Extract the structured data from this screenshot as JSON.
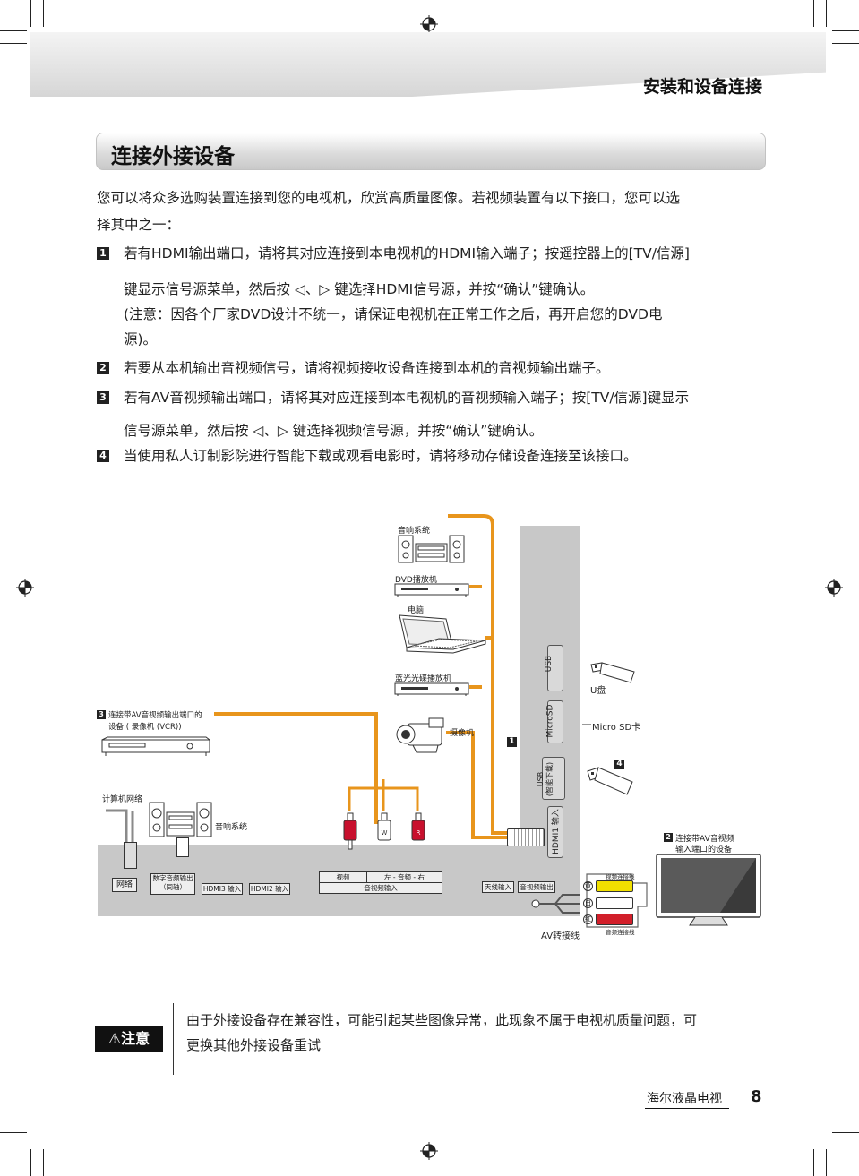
{
  "header": {
    "title": "安装和设备连接"
  },
  "section": {
    "title": "连接外接设备"
  },
  "intro": {
    "line1": "您可以将众多选购装置连接到您的电视机，欣赏高质量图像。若视频装置有以下接口，您可以选",
    "line2": "择其中之一："
  },
  "items": [
    {
      "num": "1",
      "lines": [
        "若有HDMI输出端口，请将其对应连接到本电视机的HDMI输入端子；按遥控器上的[TV/信源]",
        "键显示信号源菜单，然后按 ◁、▷ 键选择HDMI信号源，并按“确认”键确认。",
        "(注意：因各个厂家DVD设计不统一，请保证电视机在正常工作之后，再开启您的DVD电",
        "源)。"
      ]
    },
    {
      "num": "2",
      "lines": [
        "若要从本机输出音视频信号，请将视频接收设备连接到本机的音视频输出端子。"
      ]
    },
    {
      "num": "3",
      "lines": [
        "若有AV音视频输出端口，请将其对应连接到本电视机的音视频输入端子；按[TV/信源]键显示",
        "信号源菜单，然后按 ◁、▷ 键选择视频信号源，并按“确认”键确认。"
      ]
    },
    {
      "num": "4",
      "lines": [
        "当使用私人订制影院进行智能下载或观看电影时，请将移动存储设备连接至该接口。"
      ]
    }
  ],
  "diagram": {
    "audio_system_top": "音响系统",
    "dvd": "DVD播放机",
    "pc": "电脑",
    "bluray": "蓝光光碟播放机",
    "camcorder": "摄像机",
    "udisk": "U盘",
    "microsd": "Micro SD卡",
    "vcr_num": "3",
    "vcr_label1": "连接带AV音视频输出端口的",
    "vcr_label2": "设备 ( 录像机 (VCR))",
    "net": "计算机网络",
    "audio_system_bottom": "音响系统",
    "num1": "1",
    "num4": "4",
    "num2": "2",
    "av_dev1": "连接带AV音视频",
    "av_dev2": "输入端口的设备",
    "port_usb": "USB",
    "port_microsd": "MicroSD",
    "port_usb_smart": "USB\n(智能下载)",
    "port_hdmi1": "HDMI1 输入",
    "port_network": "网络",
    "port_digital1": "数字音频输出",
    "port_digital2": "（同轴）",
    "port_hdmi3": "HDMI3 输入",
    "port_hdmi2": "HDMI2 输入",
    "port_av_video": "视频",
    "port_av_audio": "左 - 音频 - 右",
    "port_av_in": "音视频输入",
    "port_antenna": "天线输入",
    "port_avout": "音视频输出",
    "av_cable": "AV转接线",
    "video_cable": "视频连接线",
    "audio_cable": "音频连接线",
    "yellow": "黄",
    "white": "白",
    "red": "红"
  },
  "note": {
    "badge": "注意",
    "line1": "由于外接设备存在兼容性，可能引起某些图像异常，此现象不属于电视机质量问题，可",
    "line2": "更换其他外接设备重试"
  },
  "footer": {
    "brand": "海尔液晶电视",
    "page": "8"
  },
  "colors": {
    "cable_orange": "#e8951c",
    "panel_gray": "#c8c8c8"
  }
}
